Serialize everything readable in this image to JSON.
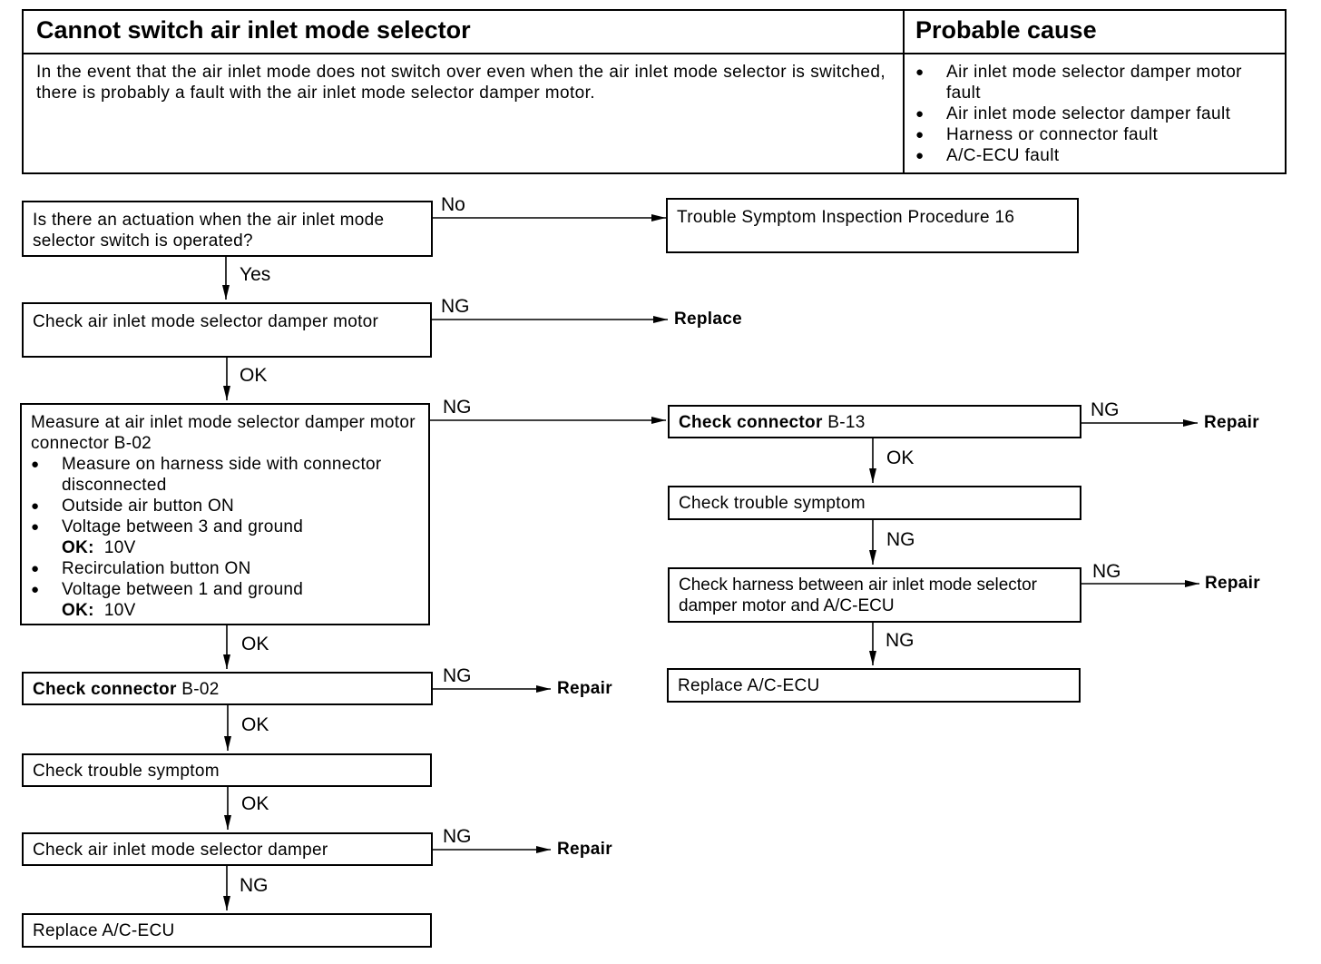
{
  "header": {
    "title": "Cannot switch air inlet mode selector",
    "cause_title": "Probable cause",
    "description": "In the event that the air inlet mode does not switch over even when the air inlet mode selector is switched, there is probably a fault with the air inlet mode selector damper motor.",
    "causes": [
      "Air inlet mode selector damper motor fault",
      "Air inlet mode selector damper fault",
      "Harness or connector fault",
      "A/C-ECU fault"
    ]
  },
  "flow": {
    "step1": "Is there an actuation when the air inlet mode selector switch is operated?",
    "step1_no_target": "Trouble Symptom Inspection Procedure 16",
    "step2": "Check air inlet mode selector damper motor",
    "step3": {
      "title": "Measure at air inlet mode selector damper motor connector B-02",
      "items": [
        "Measure on harness side with connector disconnected",
        "Outside air button ON",
        "Voltage between 3 and ground",
        "Recirculation button ON",
        "Voltage between 1 and ground"
      ],
      "ok_label": "OK:",
      "ok_value_1": "10V",
      "ok_value_2": "10V"
    },
    "step4_bold": "Check connector",
    "step4_code": "B-02",
    "step5": "Check trouble symptom",
    "step6": "Check air inlet mode selector damper",
    "step7": "Replace A/C-ECU",
    "r1_bold": "Check connector",
    "r1_code": "B-13",
    "r2": "Check trouble symptom",
    "r3": "Check harness between air inlet mode selector damper motor and A/C-ECU",
    "r4": "Replace A/C-ECU"
  },
  "labels": {
    "no": "No",
    "yes": "Yes",
    "ng": "NG",
    "ok": "OK"
  },
  "results": {
    "replace": "Replace",
    "repair": "Repair"
  }
}
